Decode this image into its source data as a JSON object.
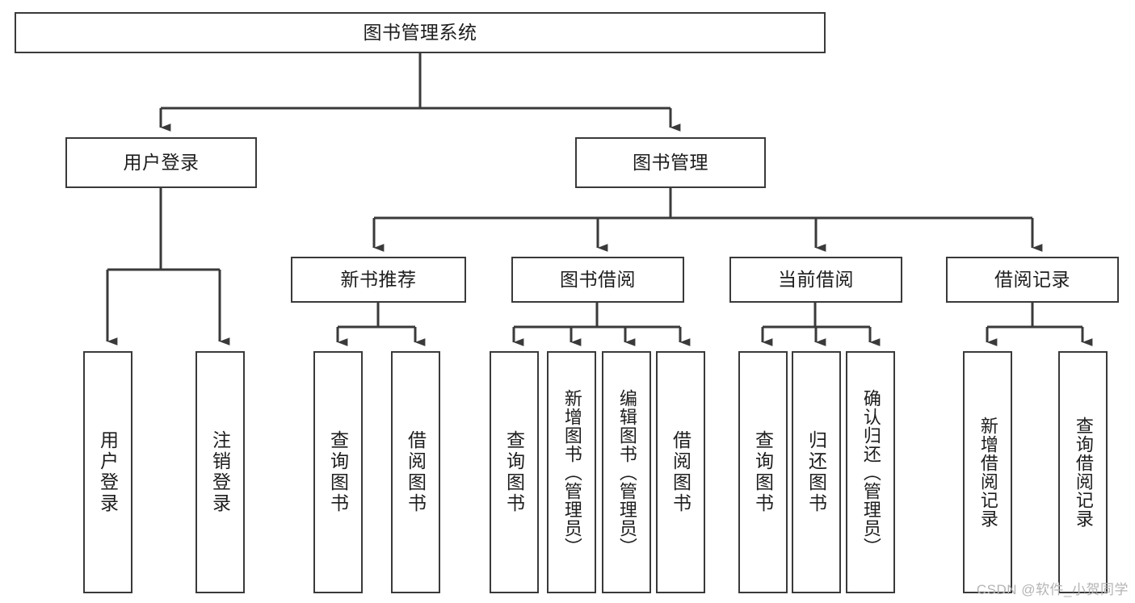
{
  "diagram": {
    "title": "图书管理系统",
    "type": "tree-hierarchy-chart",
    "root": {
      "label": "图书管理系统"
    },
    "level2": [
      {
        "label": "用户登录"
      },
      {
        "label": "图书管理"
      }
    ],
    "level3": [
      {
        "label": "新书推荐"
      },
      {
        "label": "图书借阅"
      },
      {
        "label": "当前借阅"
      },
      {
        "label": "借阅记录"
      }
    ],
    "leaves": {
      "user_login": [
        {
          "label": "用户登录"
        },
        {
          "label": "注销登录"
        }
      ],
      "new_book_recommend": [
        {
          "label": "查询图书"
        },
        {
          "label": "借阅图书"
        }
      ],
      "book_borrow": [
        {
          "label": "查询图书"
        },
        {
          "label": "新增图书（管理员）"
        },
        {
          "label": "编辑图书（管理员）"
        },
        {
          "label": "借阅图书"
        }
      ],
      "current_borrow": [
        {
          "label": "查询图书"
        },
        {
          "label": "归还图书"
        },
        {
          "label": "确认归还（管理员）"
        }
      ],
      "borrow_record": [
        {
          "label": "新增借阅记录"
        },
        {
          "label": "查询借阅记录"
        }
      ]
    }
  },
  "watermark": {
    "text": "CSDN @软件_小贺同学"
  },
  "colors": {
    "stroke": "#3a3a3a",
    "fill": "#ffffff",
    "text": "#1d1d1d",
    "watermark": "#b4b4b4"
  }
}
